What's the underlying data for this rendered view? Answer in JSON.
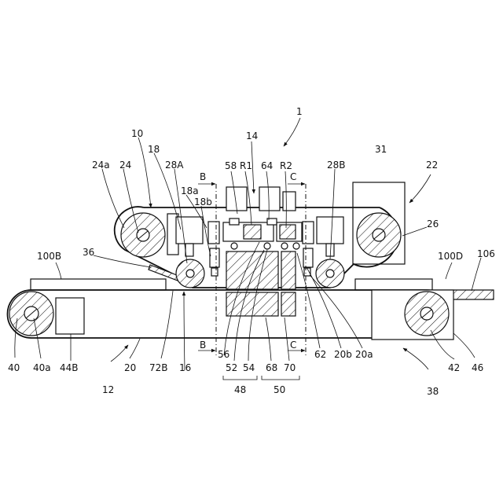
{
  "labels": {
    "n1": "1",
    "n10": "10",
    "n12": "12",
    "n14": "14",
    "n16": "16",
    "n18": "18",
    "n18a": "18a",
    "n18b": "18b",
    "n20": "20",
    "n20a": "20a",
    "n20b": "20b",
    "n22": "22",
    "n24": "24",
    "n24a": "24a",
    "n26": "26",
    "n28A": "28A",
    "n28B": "28B",
    "n31": "31",
    "n36": "36",
    "n38": "38",
    "n40": "40",
    "n40a": "40a",
    "n42": "42",
    "n44B": "44B",
    "n46": "46",
    "n48": "48",
    "n50": "50",
    "n52": "52",
    "n54": "54",
    "n56": "56",
    "n58": "58",
    "n62": "62",
    "n64": "64",
    "n68": "68",
    "n70": "70",
    "n72B": "72B",
    "n100B": "100B",
    "n100D": "100D",
    "n106": "106",
    "R1": "R1",
    "R2": "R2",
    "B_top": "B",
    "C_top": "C",
    "B_bot": "B",
    "C_bot": "C"
  }
}
